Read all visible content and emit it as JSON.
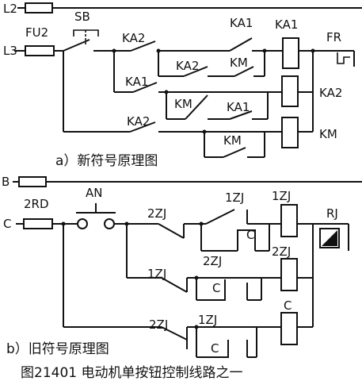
{
  "diagram_a": {
    "rail_top": "L2",
    "rail_main": "L3",
    "fuse": "FU2",
    "button": "SB",
    "contact_ka2_top": "KA2",
    "contact_ka1_top": "KA1",
    "coil_ka1": "KA1",
    "relay_fr": "FR",
    "contact_ka2_mid": "KA2",
    "contact_km_mid": "KM",
    "contact_ka1_mid": "KA1",
    "contact_km_row2": "KM",
    "contact_ka1_row2": "KA1",
    "coil_ka2": "KA2",
    "contact_ka2_bottom": "KA2",
    "contact_km_bottom": "KM",
    "coil_km": "KM",
    "caption": "a）新符号原理图"
  },
  "diagram_b": {
    "rail_top": "B",
    "rail_main": "C",
    "fuse": "2RD",
    "button": "AN",
    "contact_2zj_top": "2ZJ",
    "contact_1zj_top": "1ZJ",
    "coil_1zj": "1ZJ",
    "relay_rj": "RJ",
    "contact_c_top": "C",
    "contact_1zj_mid": "1ZJ",
    "contact_2zj_mid": "2ZJ",
    "coil_2zj": "2ZJ",
    "contact_c_mid": "C",
    "contact_2zj_bottom": "2ZJ",
    "contact_1zj_bottom": "1ZJ",
    "coil_c": "C",
    "contact_c_bottom": "C",
    "caption": "b）旧符号原理图"
  },
  "figure_caption": "图21401 电动机单按钮控制线路之一"
}
